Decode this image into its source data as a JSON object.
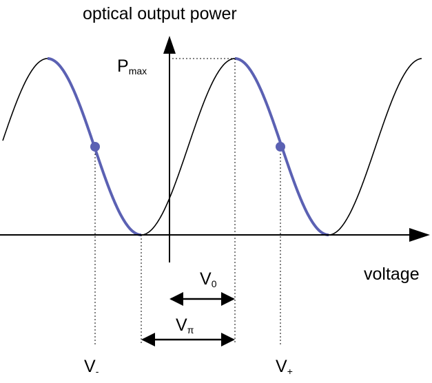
{
  "labels": {
    "y_axis": "optical output power",
    "x_axis": "voltage",
    "p_main": "P",
    "p_sub": "max",
    "v0_main": "V",
    "v0_sub": "0",
    "vpi_main": "V",
    "vpi_sub": "π",
    "vminus_main": "V",
    "vminus_sub": "-",
    "vplus_main": "V",
    "vplus_sub": "+"
  },
  "colors": {
    "curve": "#000000",
    "highlight": "#5b61b3",
    "marker": "#5b61b3",
    "axis": "#000000"
  }
}
